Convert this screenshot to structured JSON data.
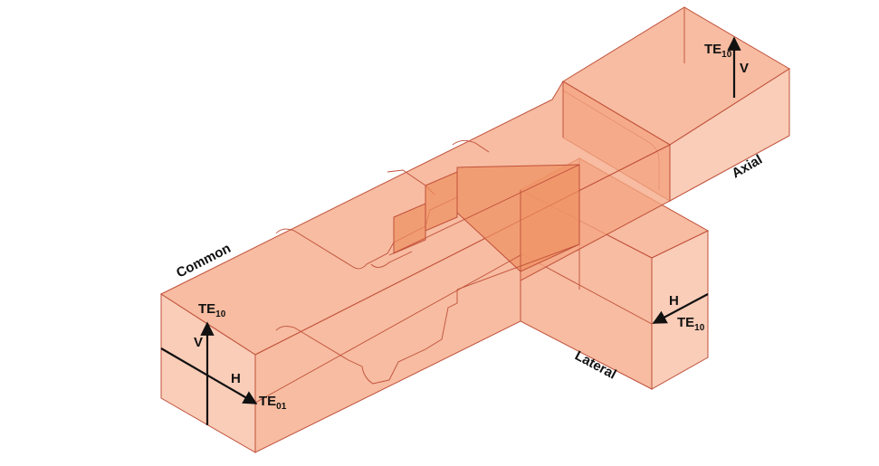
{
  "colors": {
    "body_fill": "#f4a582",
    "body_fill_light": "#f8c1a6",
    "inner_fill": "#ee9060",
    "edge": "#c0503a",
    "arrow": "#111111"
  },
  "ports": {
    "common": {
      "name": "Common",
      "mode_v": {
        "base": "TE",
        "sub": "10"
      },
      "mode_h": {
        "base": "TE",
        "sub": "01"
      },
      "pol_v": "V",
      "pol_h": "H"
    },
    "axial": {
      "name": "Axial",
      "mode": {
        "base": "TE",
        "sub": "10"
      },
      "pol": "V"
    },
    "lateral": {
      "name": "Lateral",
      "mode": {
        "base": "TE",
        "sub": "10"
      },
      "pol": "H"
    }
  }
}
